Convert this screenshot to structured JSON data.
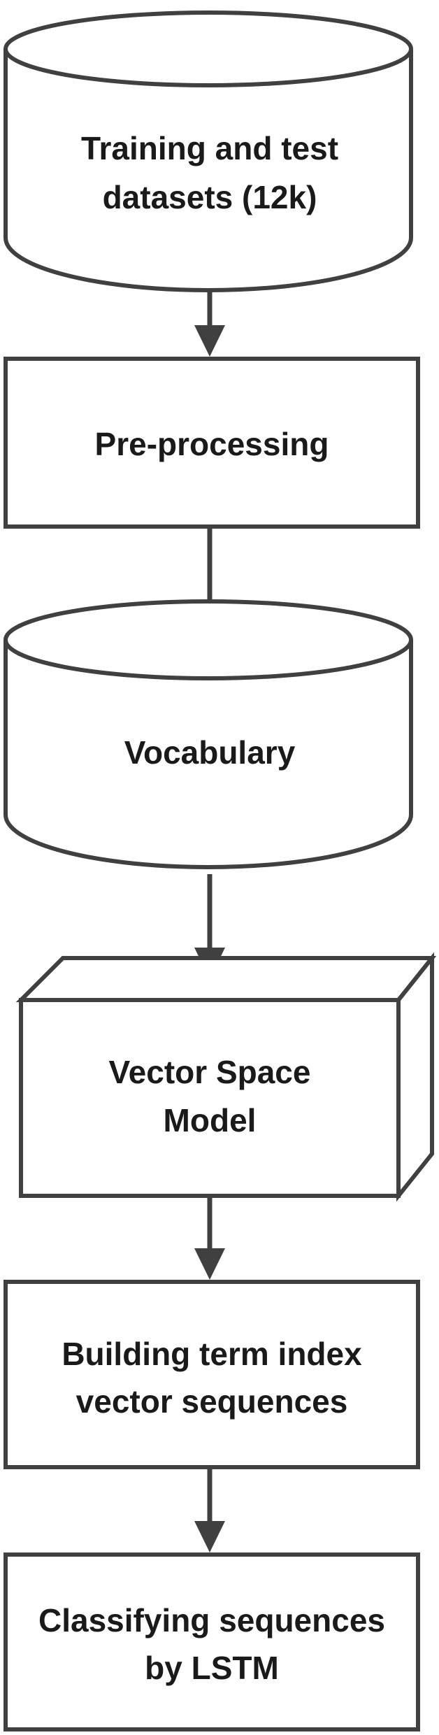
{
  "nodes": [
    {
      "id": "datasets",
      "shape": "cylinder",
      "lines": [
        "Training and test",
        "datasets (12k)"
      ]
    },
    {
      "id": "preprocessing",
      "shape": "rectangle",
      "lines": [
        "Pre-processing"
      ]
    },
    {
      "id": "vocabulary",
      "shape": "cylinder",
      "lines": [
        "Vocabulary"
      ]
    },
    {
      "id": "vsm",
      "shape": "cube",
      "lines": [
        "Vector Space",
        "Model"
      ]
    },
    {
      "id": "term-index",
      "shape": "rectangle",
      "lines": [
        "Building term index",
        "vector sequences"
      ]
    },
    {
      "id": "lstm",
      "shape": "rectangle",
      "lines": [
        "Classifying sequences",
        "by LSTM"
      ]
    }
  ],
  "edges": [
    {
      "from": "datasets",
      "to": "preprocessing"
    },
    {
      "from": "preprocessing",
      "to": "vocabulary"
    },
    {
      "from": "vocabulary",
      "to": "vsm"
    },
    {
      "from": "vsm",
      "to": "term-index"
    },
    {
      "from": "term-index",
      "to": "lstm"
    }
  ],
  "colors": {
    "stroke": "#404040",
    "fill": "#ffffff",
    "text": "#1a1a1a"
  }
}
